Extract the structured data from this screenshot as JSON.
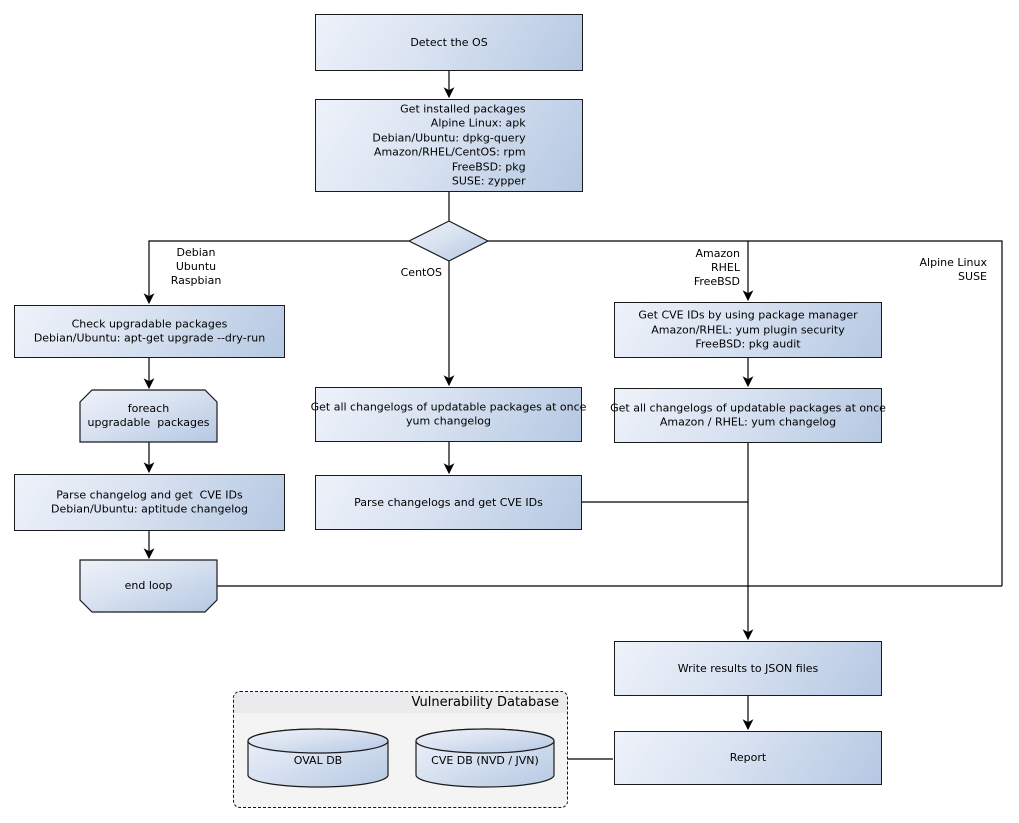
{
  "diagram": {
    "nodes": {
      "detect_os": "Detect the OS",
      "get_installed_packages": "Get installed packages\nAlpine Linux: apk\nDebian/Ubuntu: dpkg-query\nAmazon/RHEL/CentOS: rpm\nFreeBSD: pkg\nSUSE: zypper",
      "check_upgradable_packages": "Check upgradable packages\nDebian/Ubuntu: apt-get upgrade --dry-run",
      "foreach_upgradable_packages": "foreach\nupgradable  packages",
      "parse_changelog_get_cve_ids_deb": "Parse changelog and get  CVE IDs\nDebian/Ubuntu: aptitude changelog",
      "end_loop": "end loop",
      "get_changelogs_centos": "Get all changelogs of updatable packages at once\nyum changelog",
      "parse_changelogs_get_cve_ids": "Parse changelogs and get CVE IDs",
      "get_cve_ids_package_manager": "Get CVE IDs by using package manager\nAmazon/RHEL: yum plugin security\nFreeBSD: pkg audit",
      "get_changelogs_amazon_rhel": "Get all changelogs of updatable packages at once\nAmazon / RHEL: yum changelog",
      "write_results_json": "Write results to JSON files",
      "report": "Report"
    },
    "branch_labels": {
      "debian_branch": "Debian\nUbuntu\nRaspbian",
      "centos_branch": "CentOS",
      "amazon_branch": "Amazon\nRHEL\nFreeBSD",
      "alpine_branch": "Alpine Linux\nSUSE"
    },
    "vulnerability_database": {
      "title": "Vulnerability Database",
      "oval_db_label": "OVAL DB",
      "cve_db_label": "CVE DB (NVD / JVN)"
    },
    "colors": {
      "node_gradient_start": "#eef2fa",
      "node_gradient_end": "#b5c8e2",
      "node_border": "#1b1b1b",
      "connector": "#000000",
      "db_container_fill": "#f4f4f5",
      "db_header_fill": "#ebebed"
    }
  }
}
